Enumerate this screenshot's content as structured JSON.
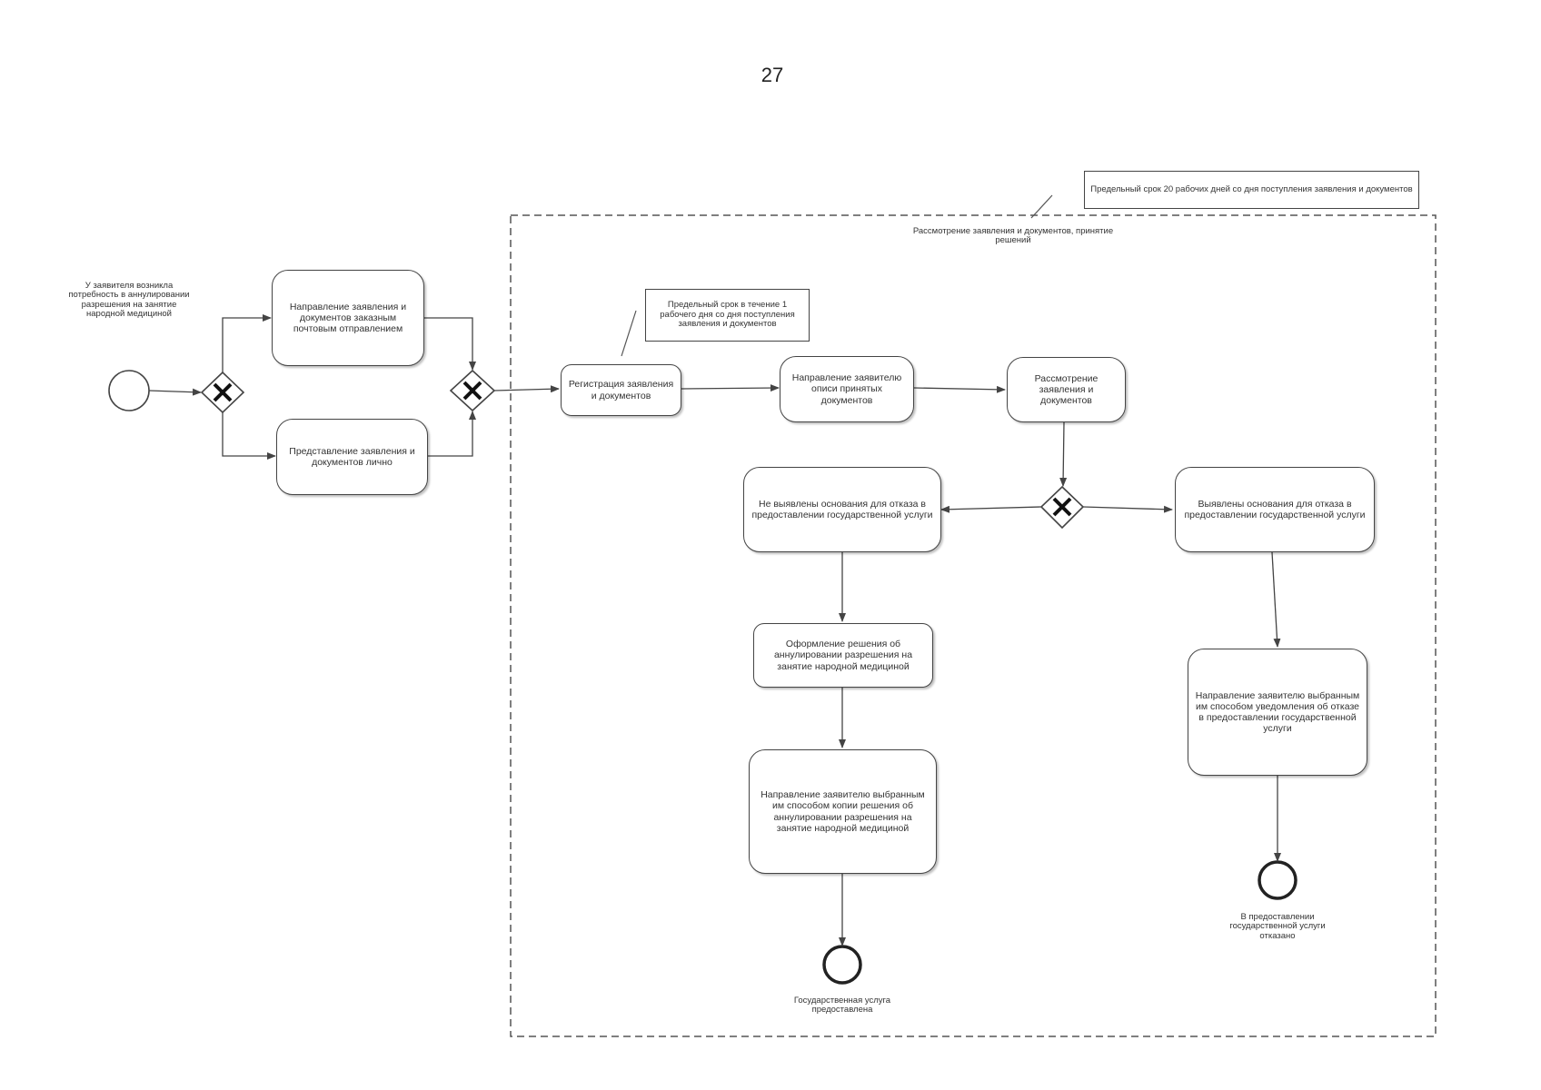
{
  "page": {
    "number": "27"
  },
  "diagram": {
    "subprocess_title": "Рассмотрение заявления и документов, принятие решений",
    "deadline_note_overall": "Предельный срок 20 рабочих дней со дня поступления заявления и документов",
    "deadline_note_registration": "Предельный срок в течение 1 рабочего дня со дня поступления заявления и документов",
    "start_event_label": "У заявителя возникла потребность в аннулировании разрешения на занятие народной медициной",
    "tasks": {
      "send_by_mail": "Направление заявления и документов заказным почтовым отправлением",
      "submit_in_person": "Представление заявления и документов лично",
      "registration": "Регистрация заявления и документов",
      "send_receipt": "Направление заявителю описи принятых документов",
      "review": "Рассмотрение заявления и документов",
      "no_grounds": "Не выявлены основания для отказа в предоставлении государственной услуги",
      "grounds_found": "Выявлены основания для отказа в предоставлении государственной услуги",
      "prepare_decision": "Оформление решения об аннулировании разрешения на занятие народной медициной",
      "send_decision": "Направление заявителю выбранным им способом копии решения об аннулировании разрешения на занятие народной медициной",
      "send_refusal": "Направление заявителю выбранным им способом уведомления об отказе в предоставлении государственной услуги"
    },
    "end_event_provided": "Государственная услуга предоставлена",
    "end_event_refused": "В предоставлении государственной услуги отказано"
  }
}
